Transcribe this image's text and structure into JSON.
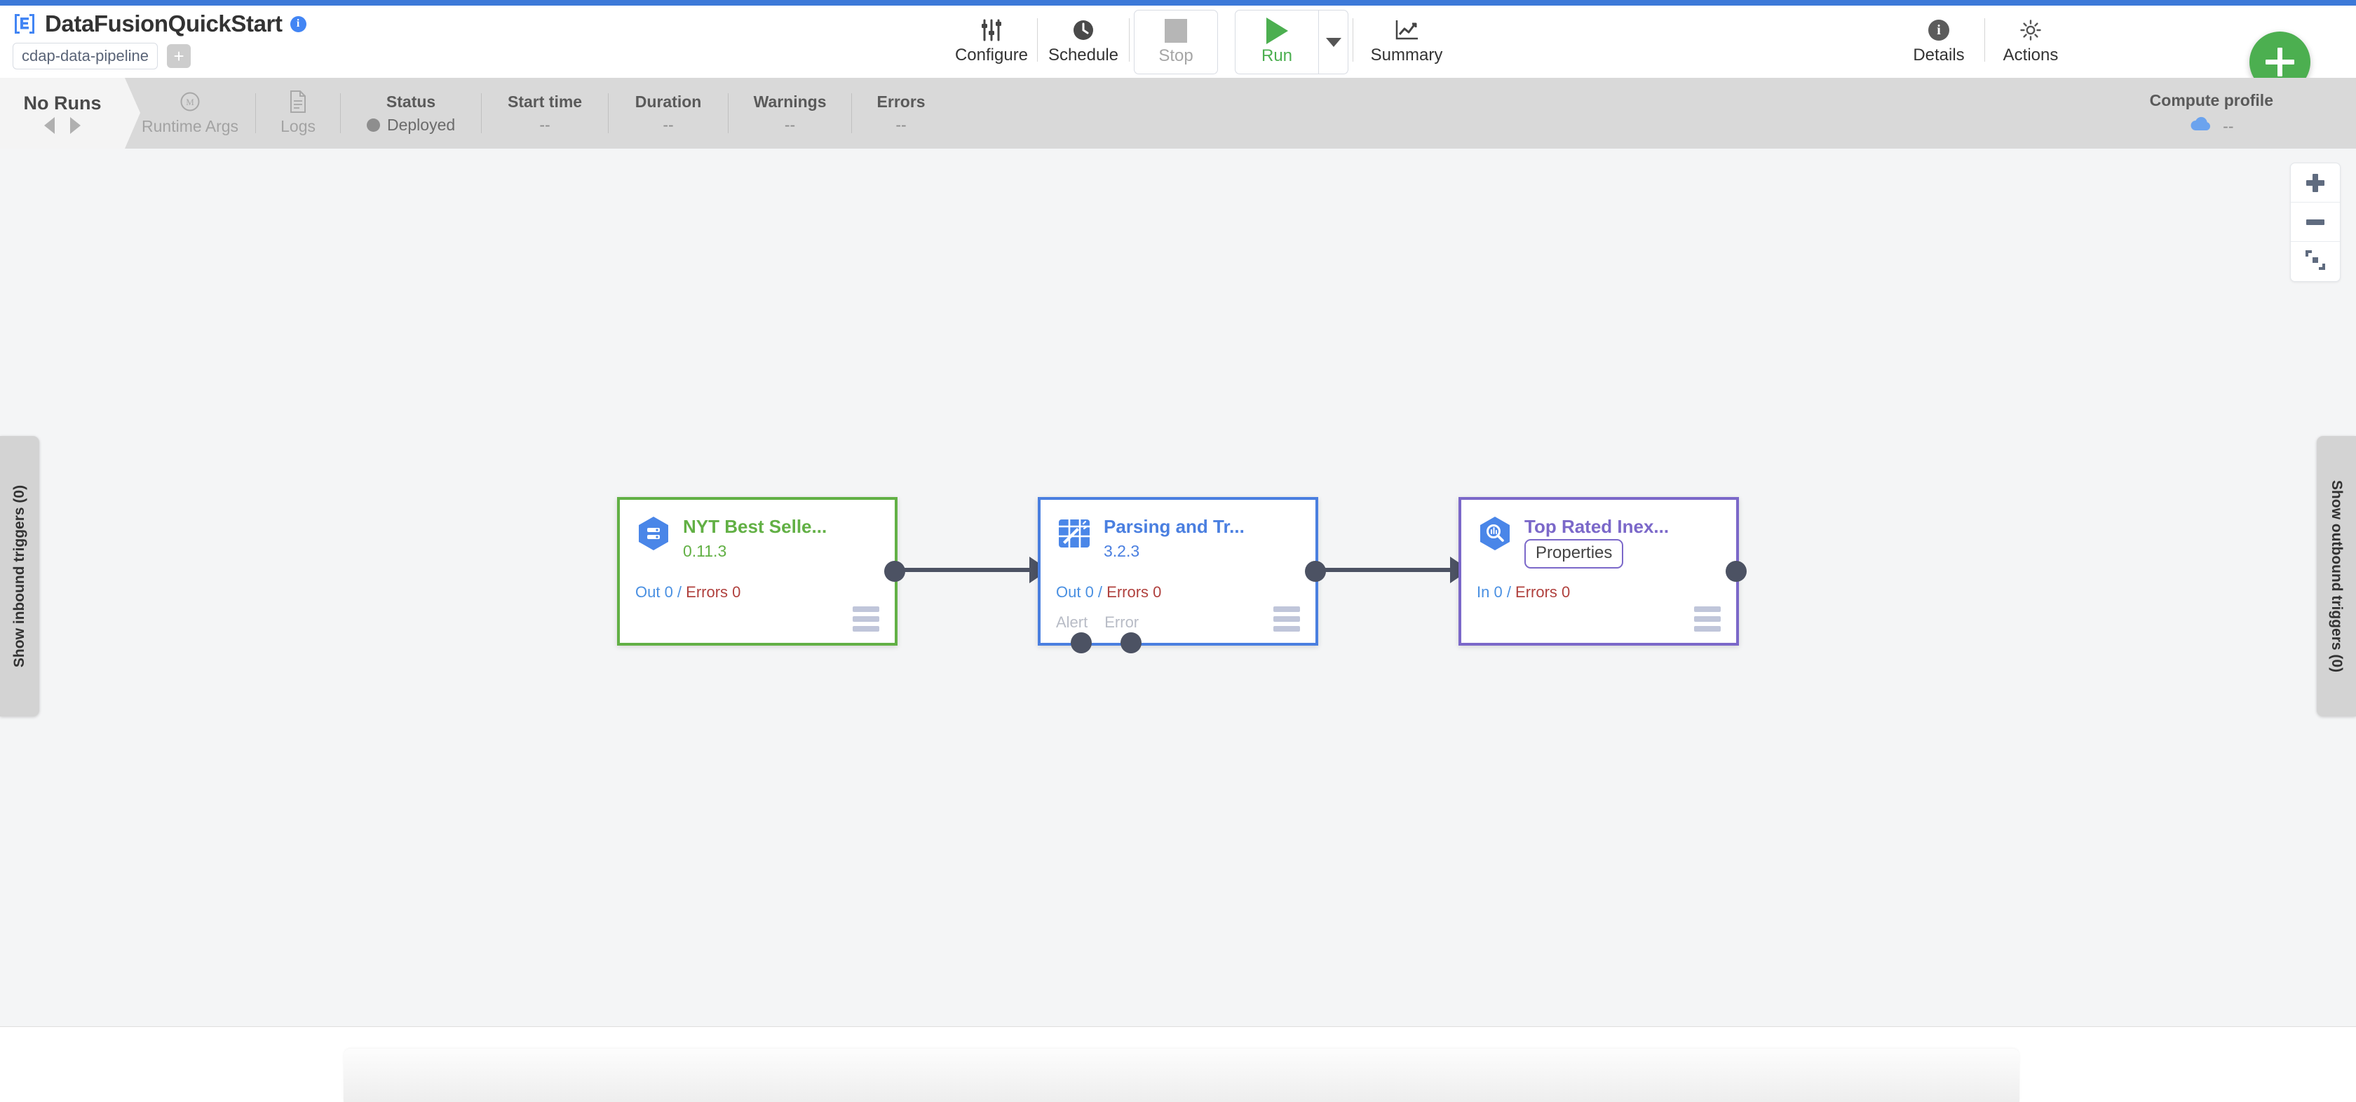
{
  "header": {
    "app_title": "DataFusionQuickStart",
    "info_icon": "info-icon",
    "pipeline_type": "cdap-data-pipeline",
    "add_label": "+",
    "logo_icon": "cdap-pipeline-logo-icon"
  },
  "toolbar": {
    "configure": {
      "label": "Configure",
      "icon": "sliders-icon"
    },
    "schedule": {
      "label": "Schedule",
      "icon": "clock-icon"
    },
    "stop": {
      "label": "Stop",
      "icon": "stop-square-icon",
      "disabled": true
    },
    "run": {
      "label": "Run",
      "icon": "play-triangle-icon"
    },
    "run_caret": {
      "icon": "chevron-down-icon"
    },
    "summary": {
      "label": "Summary",
      "icon": "line-chart-icon"
    },
    "details": {
      "label": "Details",
      "icon": "info-circle-icon"
    },
    "actions": {
      "label": "Actions",
      "icon": "gear-icon"
    },
    "fab": {
      "label": "+",
      "icon": "plus-icon",
      "color": "#4caf50"
    }
  },
  "statusbar": {
    "runs_title": "No Runs",
    "prev_icon": "triangle-left-icon",
    "next_icon": "triangle-right-icon",
    "runtime_args": {
      "label": "Runtime Args",
      "icon": "macro-circle-icon"
    },
    "logs": {
      "label": "Logs",
      "icon": "document-icon"
    },
    "cells": [
      {
        "head": "Status",
        "value": "Deployed",
        "dot": true,
        "dot_color": "#8e8e8e"
      },
      {
        "head": "Start time",
        "value": "--",
        "dot": false
      },
      {
        "head": "Duration",
        "value": "--",
        "dot": false
      },
      {
        "head": "Warnings",
        "value": "--",
        "dot": false
      },
      {
        "head": "Errors",
        "value": "--",
        "dot": false
      }
    ],
    "compute_profile": {
      "head": "Compute profile",
      "value": "--",
      "icon": "cloud-icon",
      "icon_color": "#6ba3ee"
    }
  },
  "canvas": {
    "zoom_in": "+",
    "zoom_out": "-",
    "fit_icon": "fit-to-screen-icon",
    "trigger_left": "Show inbound triggers (0)",
    "trigger_right": "Show outbound triggers (0)",
    "nodes": [
      {
        "name": "NYT Best Selle...",
        "version": "0.11.3",
        "color": "#62b045",
        "icon": "bigquery-source-icon",
        "metrics_prefix": "Out 0",
        "metrics_sep": " / ",
        "metrics_errors": "Errors 0",
        "ports": [],
        "has_properties_tip": false
      },
      {
        "name": "Parsing and Tr...",
        "version": "3.2.3",
        "color": "#4a7fe0",
        "icon": "wrangler-icon",
        "metrics_prefix": "Out 0",
        "metrics_sep": " / ",
        "metrics_errors": "Errors 0",
        "ports": [
          "Alert",
          "Error"
        ],
        "has_properties_tip": false
      },
      {
        "name": "Top Rated Inex...",
        "version": "",
        "color": "#7b68c9",
        "icon": "bigquery-sink-icon",
        "metrics_prefix": "In 0",
        "metrics_sep": " / ",
        "metrics_errors": "Errors 0",
        "ports": [],
        "has_properties_tip": true,
        "properties_label": "Properties"
      }
    ]
  }
}
